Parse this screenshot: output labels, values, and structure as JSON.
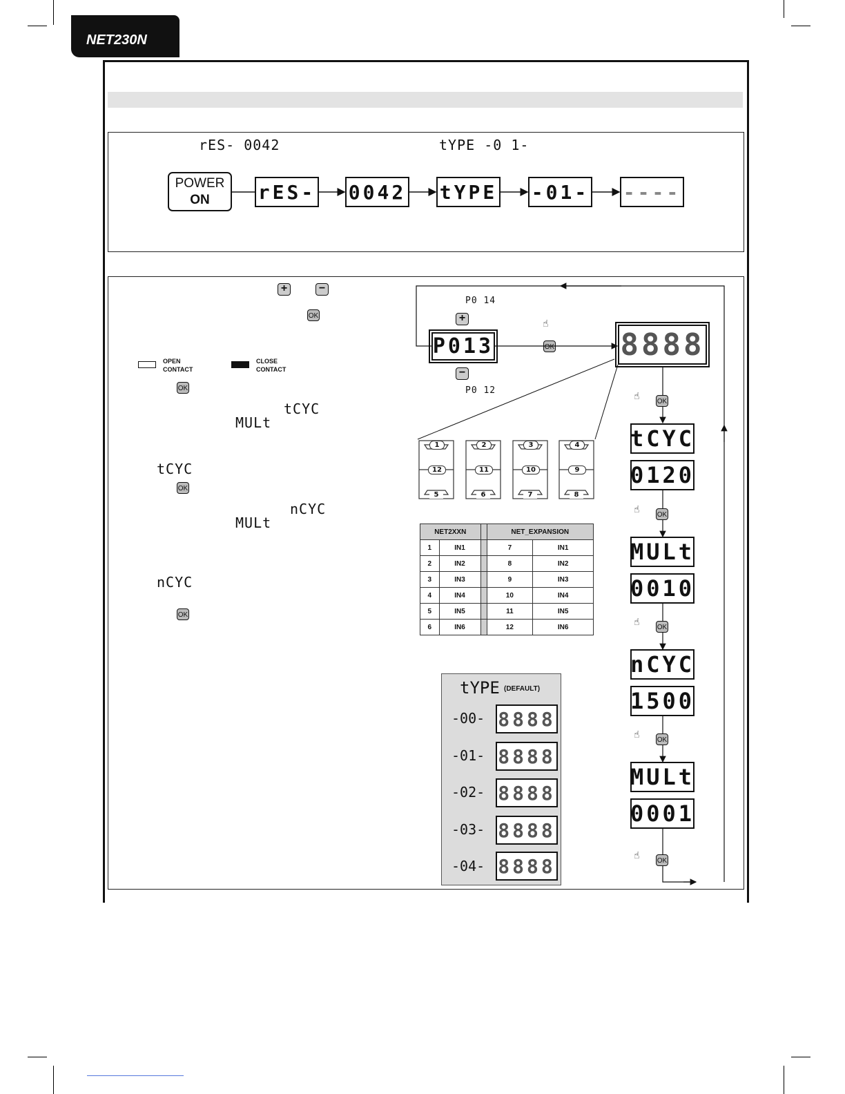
{
  "header": {
    "model_tab": "NET230N"
  },
  "power_on_section": {
    "caption_left": "rES-  0042",
    "caption_right": "tYPE  -0 1-",
    "power_button": {
      "line1": "POWER",
      "line2": "ON"
    },
    "sequence": [
      "rES-",
      "0042",
      "tYPE",
      "-01-",
      "----"
    ]
  },
  "programming_section": {
    "instructions": {
      "plus_key": "+",
      "minus_key": "−",
      "ok_key": "OK",
      "open_contact": "OPEN\nCONTACT",
      "close_contact": "CLOSE\nCONTACT",
      "tcyc_1": "tCYC",
      "mult_1": "MULt",
      "tcyc_2": "tCYC",
      "ncyc_1": "nCYC",
      "mult_2": "MULt",
      "ncyc_2": "nCYC"
    },
    "param_selector": {
      "above": "P0 14",
      "current": "P013",
      "below": "P0 12"
    },
    "status_display": "8888",
    "digit_numbers": [
      {
        "top": "1",
        "mid": "12",
        "bot": "5"
      },
      {
        "top": "2",
        "mid": "11",
        "bot": "6"
      },
      {
        "top": "3",
        "mid": "10",
        "bot": "7"
      },
      {
        "top": "4",
        "mid": "9",
        "bot": "8"
      }
    ],
    "io_table": {
      "headers": [
        "NET2XXN",
        "NET_EXPANSION"
      ],
      "rows": [
        [
          "1",
          "IN1",
          "7",
          "IN1"
        ],
        [
          "2",
          "IN2",
          "8",
          "IN2"
        ],
        [
          "3",
          "IN3",
          "9",
          "IN3"
        ],
        [
          "4",
          "IN4",
          "10",
          "IN4"
        ],
        [
          "5",
          "IN5",
          "11",
          "IN5"
        ],
        [
          "6",
          "IN6",
          "12",
          "IN6"
        ]
      ]
    },
    "type_default": {
      "title": "tYPE",
      "subtitle": "(DEFAULT)",
      "rows": [
        "-00-",
        "-01-",
        "-02-",
        "-03-",
        "-04-"
      ]
    },
    "flow_displays": [
      "tCYC",
      "0120",
      "MULt",
      "0010",
      "nCYC",
      "1500",
      "MULt",
      "0001"
    ]
  }
}
